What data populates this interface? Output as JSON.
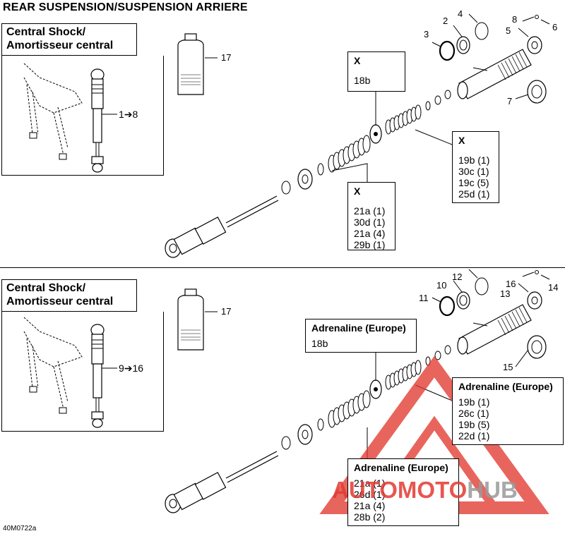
{
  "page_title": "REAR SUSPENSION/SUSPENSION ARRIERE",
  "figure_code": "40M0722a",
  "watermark": {
    "part1": "AUTO",
    "part2": "MOTO",
    "part3": "HUB",
    "color_red": "#e23a32",
    "color_gray": "#9a9a9a"
  },
  "top_section": {
    "heading_line1": "Central Shock/",
    "heading_line2": "Amortisseur central",
    "range_label": "1➔8",
    "oil_label": "17",
    "callouts": [
      {
        "header": "X",
        "lines": [
          "18b"
        ]
      },
      {
        "header": "X",
        "lines": [
          "19b (1)",
          "30c (1)",
          "19c (5)",
          "25d (1)"
        ]
      },
      {
        "header": "X",
        "lines": [
          "21a (1)",
          "30d (1)",
          "21a (4)",
          "29b (1)"
        ]
      }
    ],
    "part_numbers": [
      "2",
      "3",
      "4",
      "5",
      "6",
      "7",
      "8"
    ]
  },
  "bottom_section": {
    "heading_line1": "Central Shock/",
    "heading_line2": "Amortisseur central",
    "range_label": "9➔16",
    "oil_label": "17",
    "callouts": [
      {
        "header": "Adrenaline (Europe)",
        "lines": [
          "18b"
        ]
      },
      {
        "header": "Adrenaline (Europe)",
        "lines": [
          "19b (1)",
          "26c (1)",
          "19b (5)",
          "22d (1)"
        ]
      },
      {
        "header": "Adrenaline (Europe)",
        "lines": [
          "21a (1)",
          "26d (1)",
          "21a (4)",
          "28b (2)"
        ]
      }
    ],
    "part_numbers": [
      "10",
      "11",
      "12",
      "13",
      "14",
      "15",
      "16"
    ]
  }
}
